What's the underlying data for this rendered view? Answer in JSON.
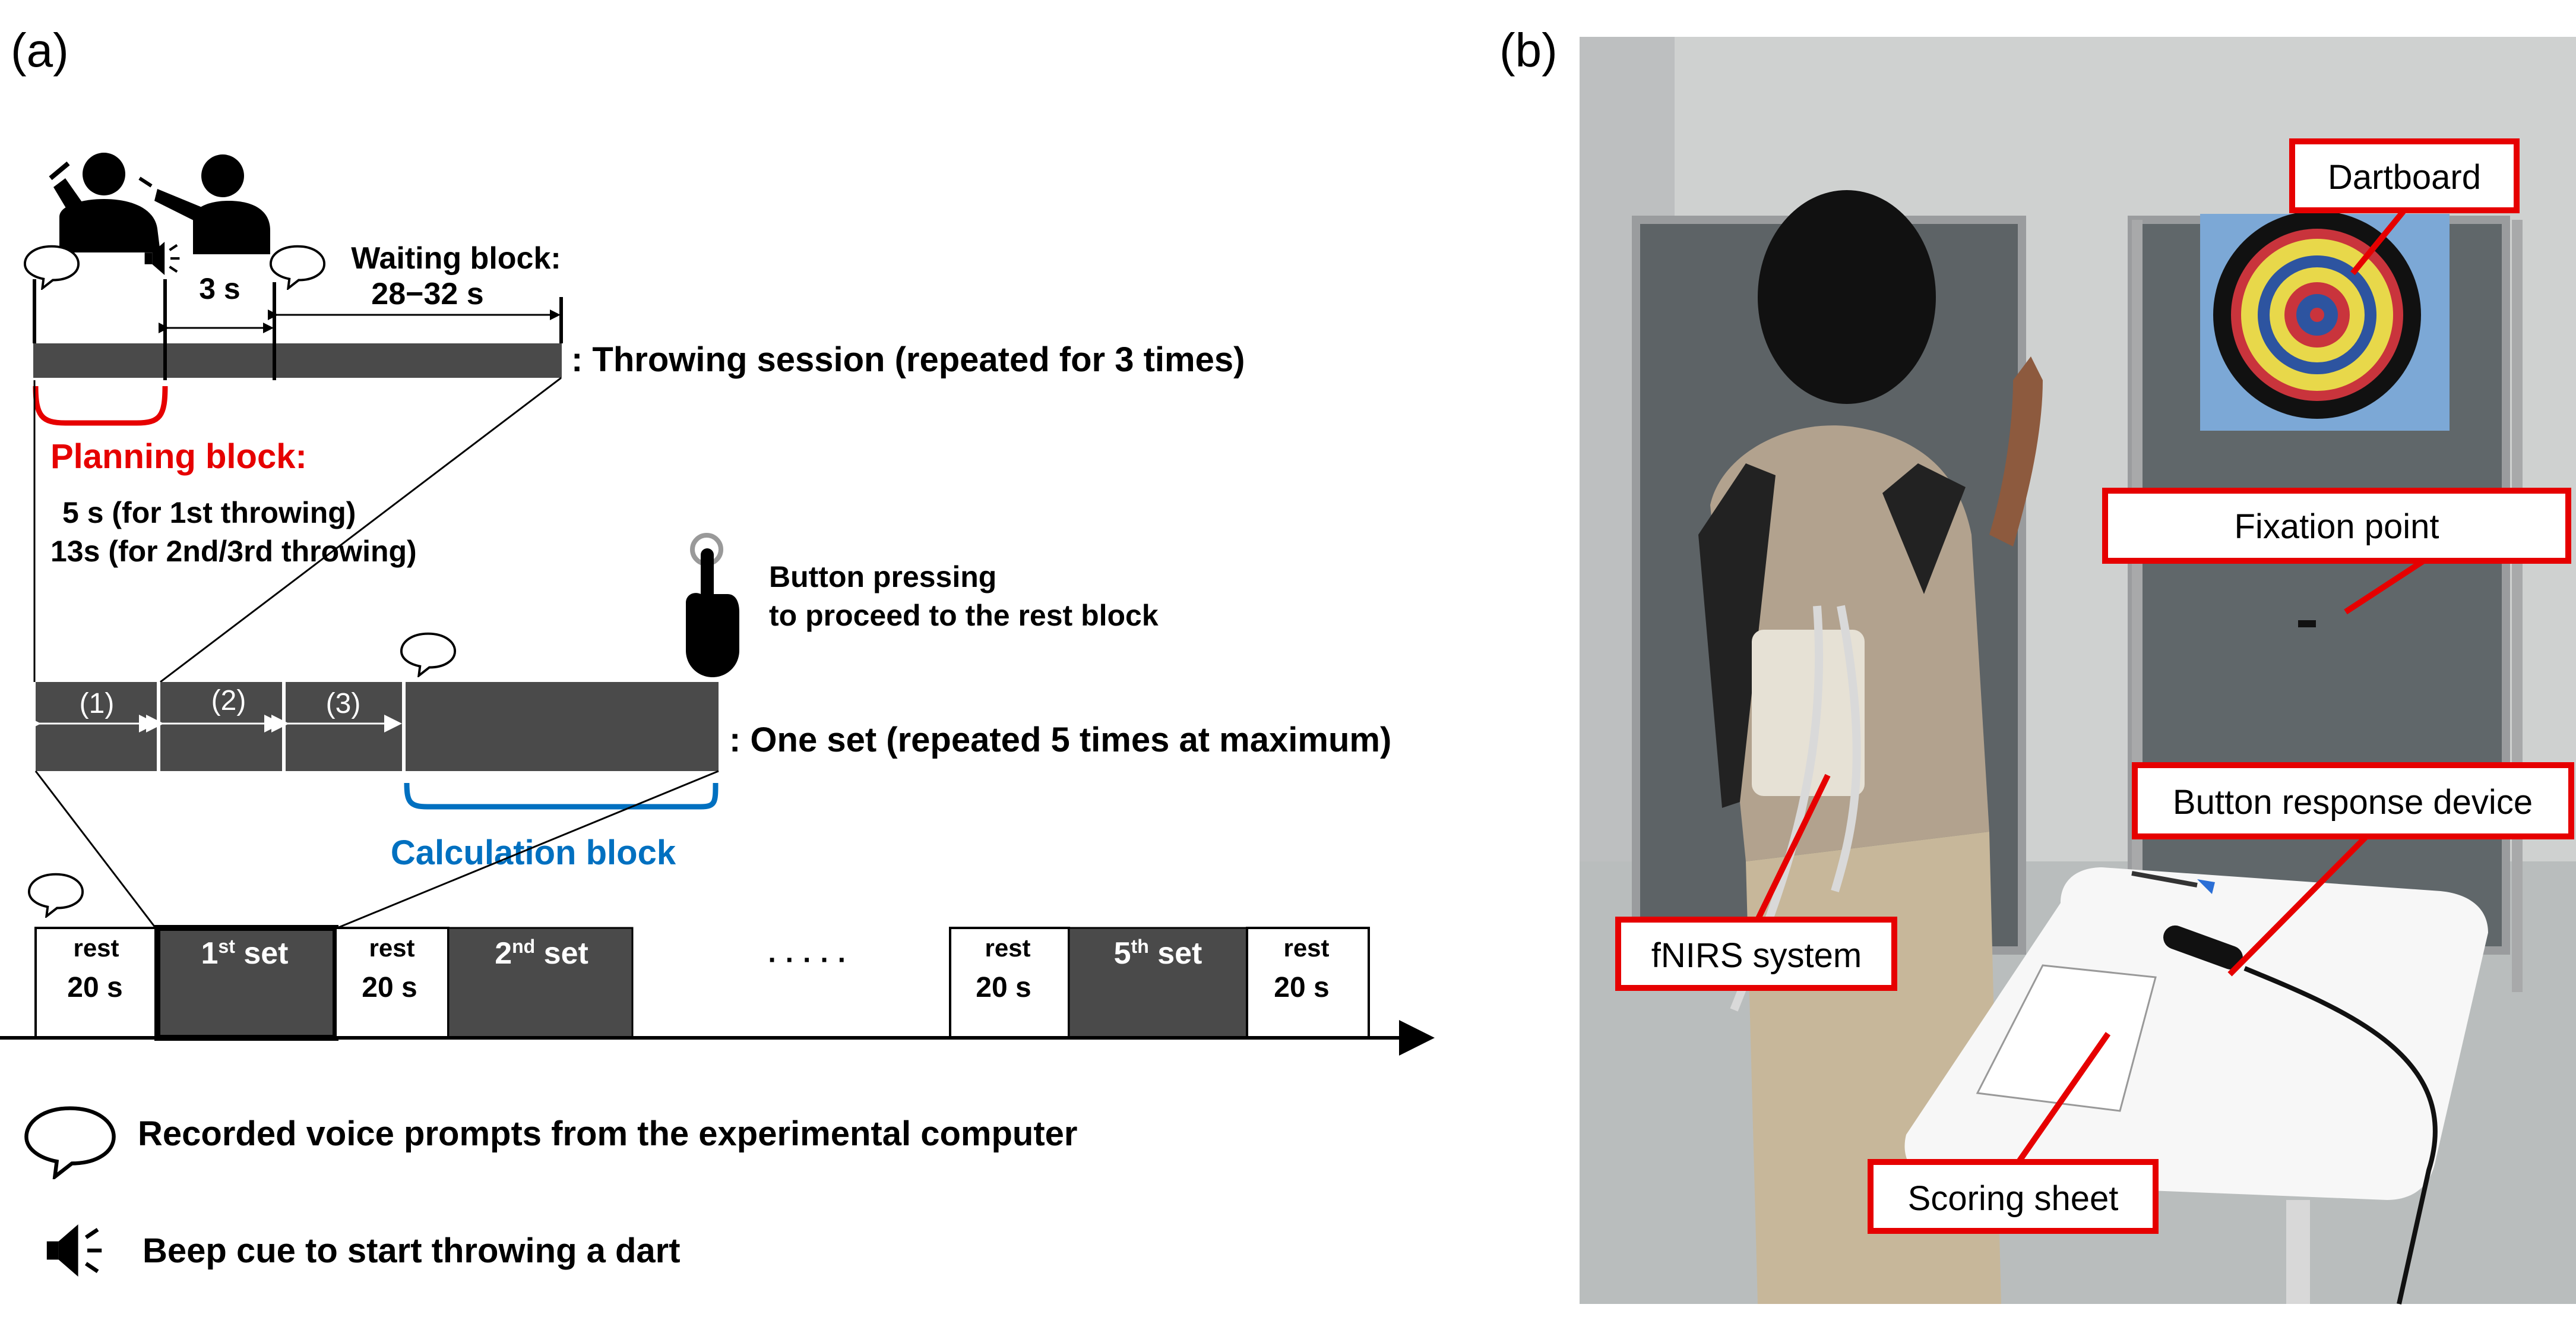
{
  "panel_a": {
    "label": "(a)",
    "throw_timing": {
      "three_s": "3 s",
      "waiting_title": "Waiting block:",
      "waiting_range": "28−32 s"
    },
    "throwing_session_label": ": Throwing session (repeated for 3 times)",
    "planning": {
      "title": "Planning block:",
      "line1": "5 s (for 1st throwing)",
      "line2": "13s (for 2nd/3rd throwing)"
    },
    "button_pressing": {
      "line1": "Button pressing",
      "line2": " to proceed to the rest block"
    },
    "set_segments": [
      "(1)",
      "(2)",
      "(3)"
    ],
    "one_set_label": ": One set (repeated 5 times at maximum)",
    "calculation_label": "Calculation block",
    "timeline": {
      "rest_word": "rest",
      "rest_duration": "20 s",
      "set_word": "set",
      "set1_num": "1",
      "set1_sup": "st",
      "set2_num": "2",
      "set2_sup": "nd",
      "set5_num": "5",
      "set5_sup": "th",
      "ellipsis": "· · · · ·"
    },
    "legend": {
      "voice": "Recorded voice prompts from the experimental computer",
      "beep": "Beep cue to start throwing a dart"
    },
    "icons": [
      "thrower-aiming-icon",
      "thrower-release-icon",
      "speech-bubble-icon",
      "speaker-icon",
      "pointing-hand-icon"
    ],
    "colors": {
      "dark_block": "#4a4a4a",
      "planning_red": "#e60000",
      "calculation_blue": "#0070c0"
    }
  },
  "panel_b": {
    "label": "(b)",
    "callouts": {
      "dartboard": "Dartboard",
      "fixation": "Fixation point",
      "button_device": "Button response device",
      "fnirs": "fNIRS system",
      "scoring": "Scoring sheet"
    },
    "colors": {
      "callout_red": "#e60000"
    }
  }
}
